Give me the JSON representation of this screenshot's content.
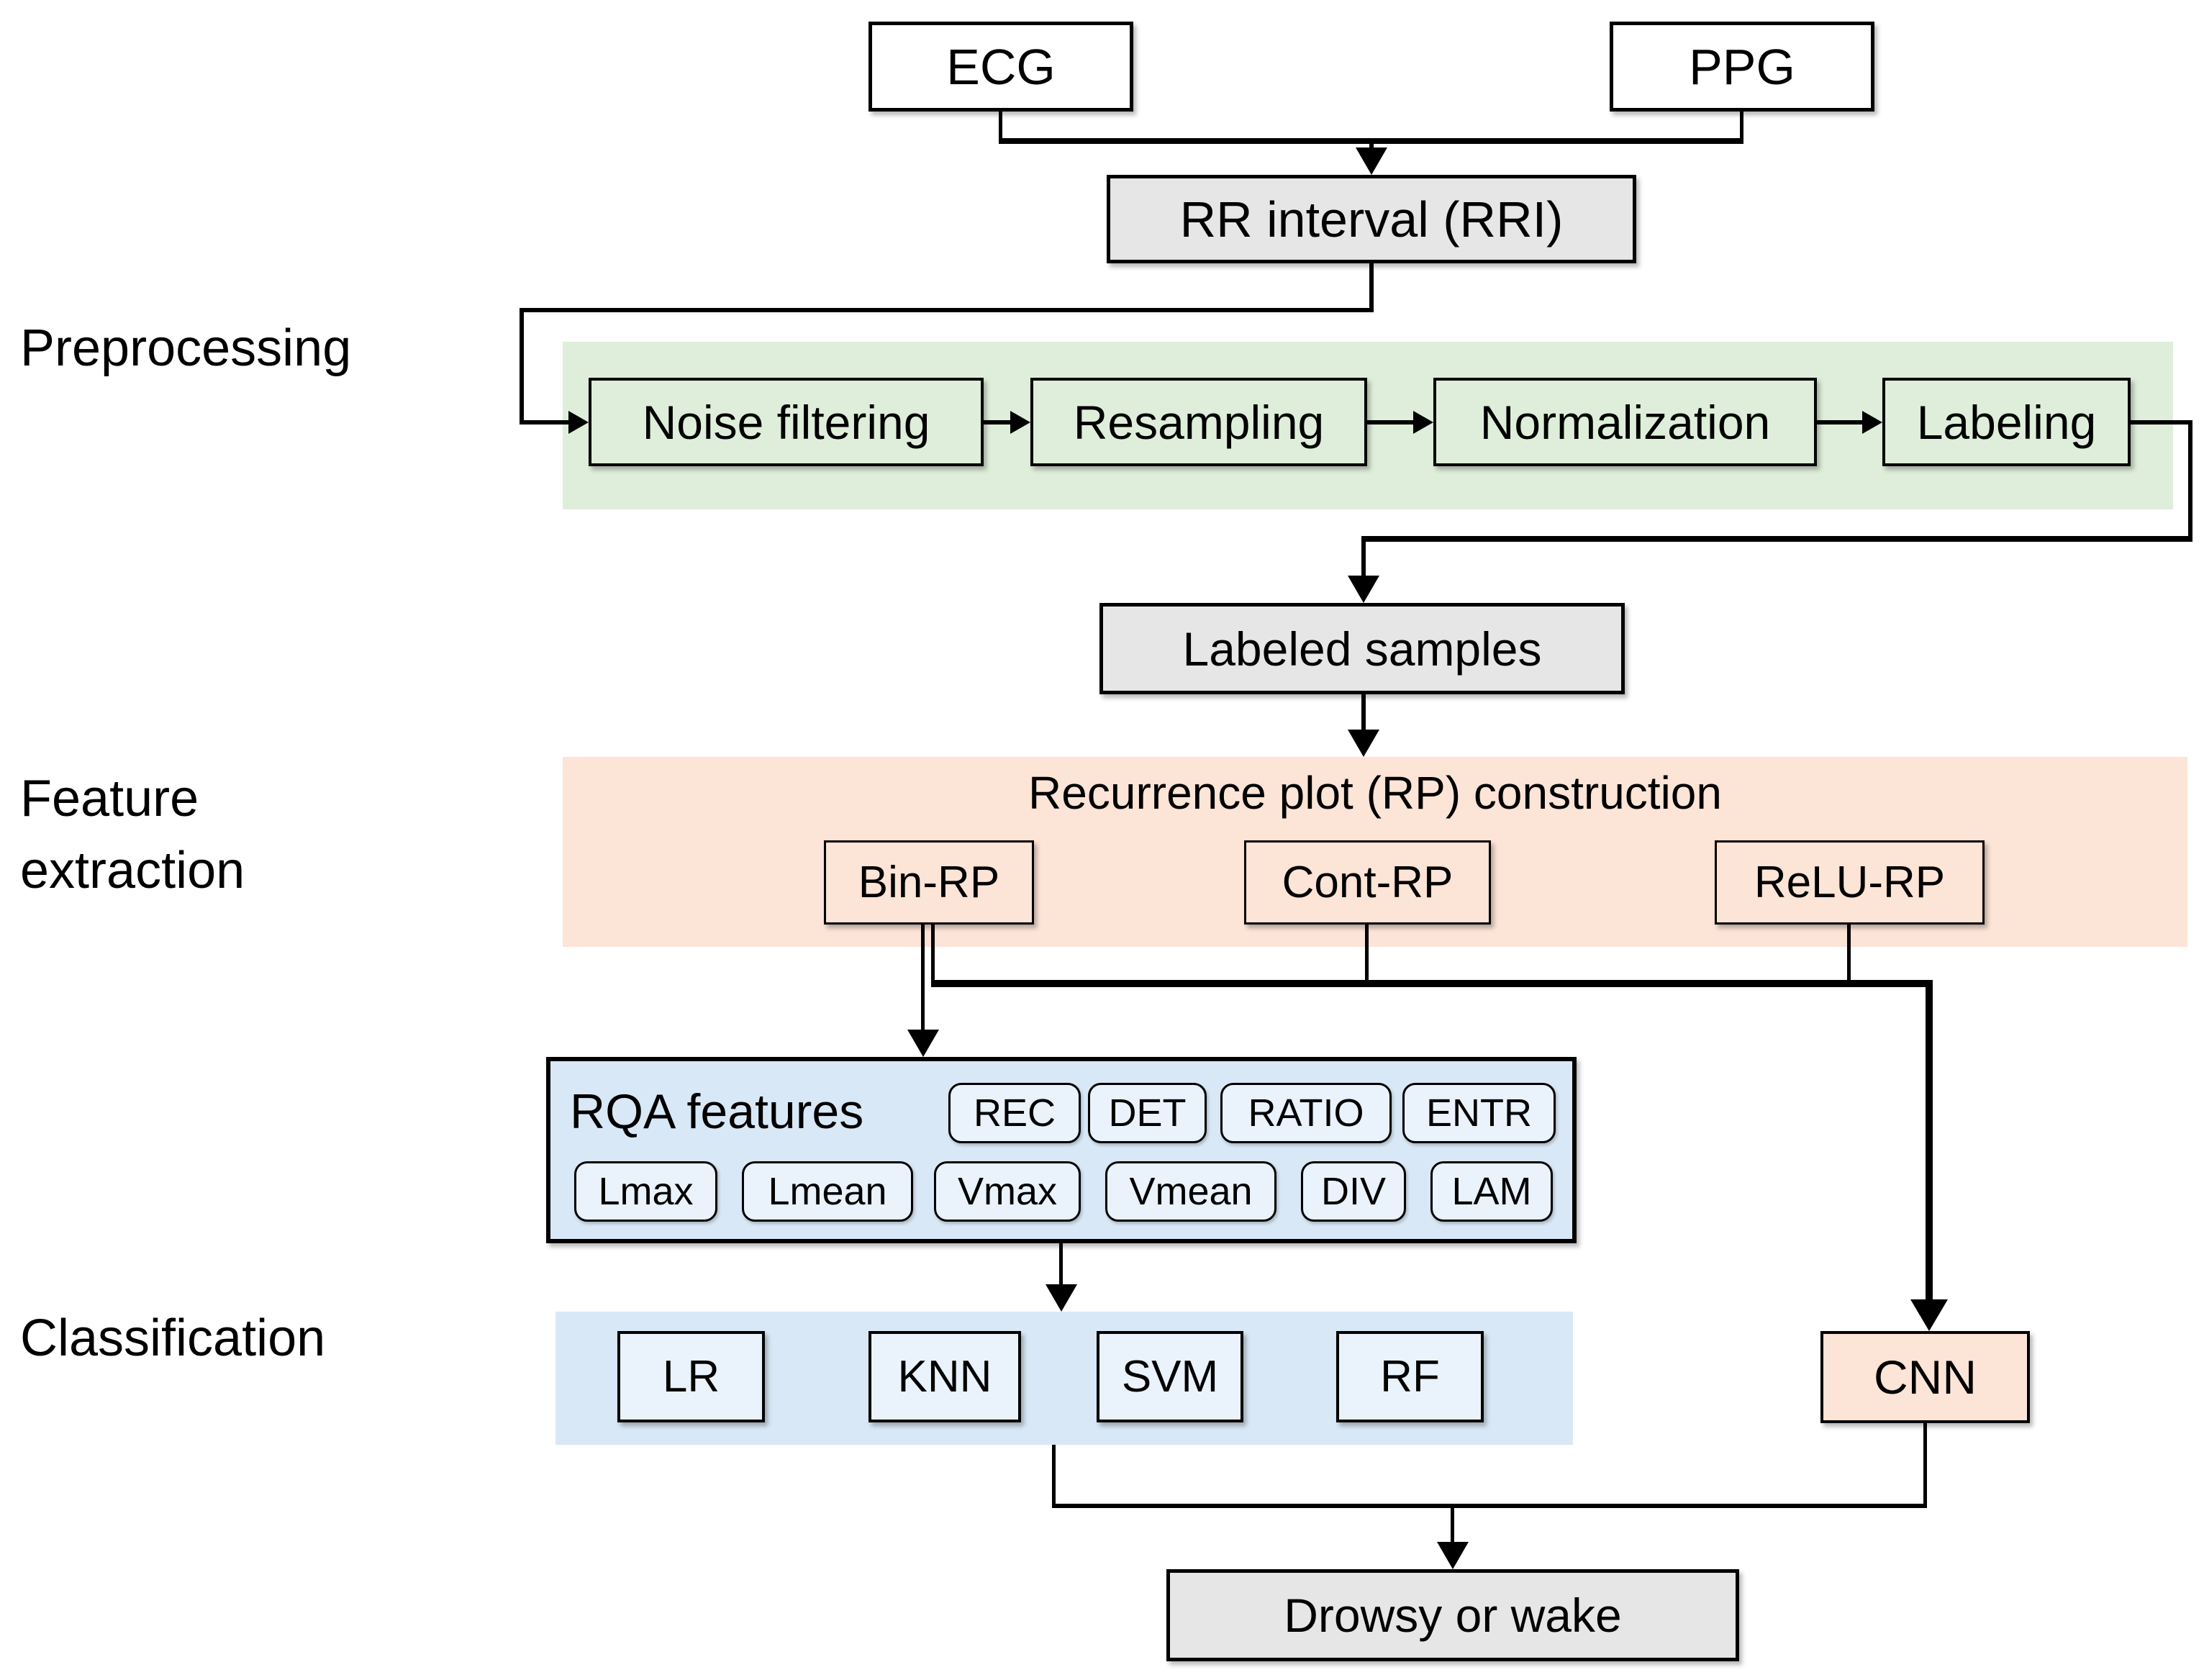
{
  "colors": {
    "band_green": "#DFEEDA",
    "band_peach": "#FCE4D6",
    "band_blue": "#D9E8F6",
    "fill_light_blue": "#EAF2FB",
    "fill_gray": "#E7E6E6",
    "fill_white": "#FFFFFF",
    "line_black": "#000000"
  },
  "section_labels": {
    "preprocessing": "Preprocessing",
    "feature_extraction_line1": "Feature",
    "feature_extraction_line2": "extraction",
    "classification": "Classification"
  },
  "nodes": {
    "ecg": "ECG",
    "ppg": "PPG",
    "rri": "RR interval (RRI)",
    "steps": [
      "Noise filtering",
      "Resampling",
      "Normalization",
      "Labeling"
    ],
    "labeled_samples": "Labeled samples",
    "rp_title": "Recurrence plot (RP) construction",
    "rp_types": [
      "Bin-RP",
      "Cont-RP",
      "ReLU-RP"
    ],
    "rqa_title": "RQA features",
    "rqa_row1": [
      "REC",
      "DET",
      "RATIO",
      "ENTR"
    ],
    "rqa_row2": [
      "Lmax",
      "Lmean",
      "Vmax",
      "Vmean",
      "DIV",
      "LAM"
    ],
    "classifiers": [
      "LR",
      "KNN",
      "SVM",
      "RF"
    ],
    "cnn": "CNN",
    "output": "Drowsy or wake"
  }
}
